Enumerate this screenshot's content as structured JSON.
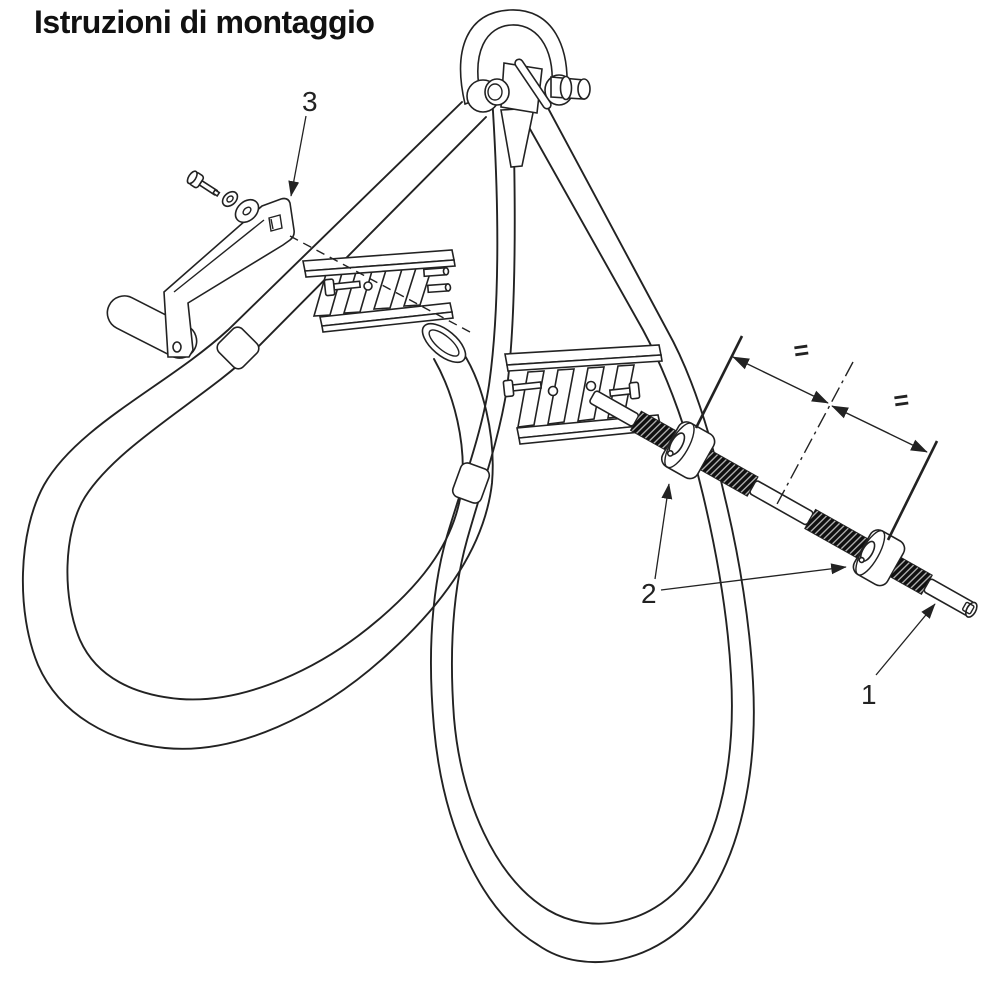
{
  "title": "Istruzioni di montaggio",
  "figure": {
    "type": "technical-assembly-diagram",
    "callouts": [
      {
        "number": "1",
        "target": "threaded-rod-end"
      },
      {
        "number": "2",
        "target": "locking-collars"
      },
      {
        "number": "3",
        "target": "handle-bracket"
      }
    ],
    "dimension_marks": {
      "left": "=",
      "right": "="
    }
  },
  "colors": {
    "background": "#ffffff",
    "line": "#222222",
    "thread_fill": "#101010"
  }
}
